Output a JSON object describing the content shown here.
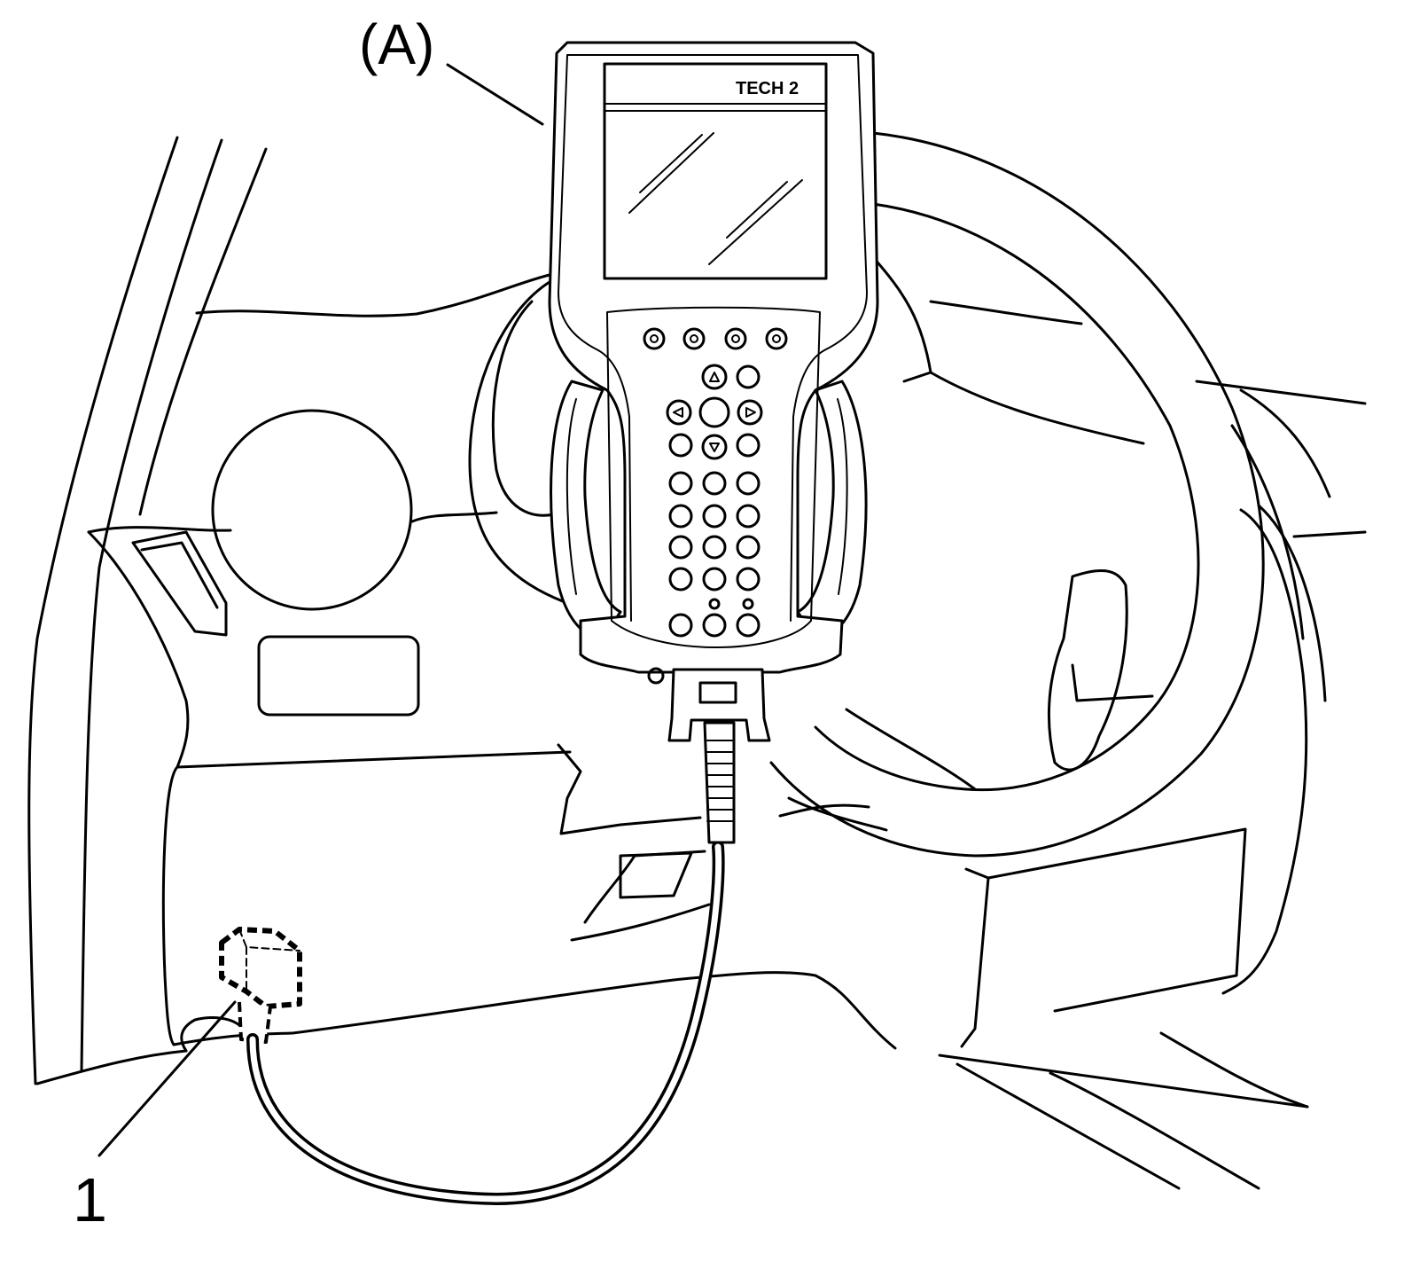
{
  "callouts": {
    "tool": "(A)",
    "connector": "1"
  },
  "device": {
    "screen_label": "TECH 2"
  }
}
